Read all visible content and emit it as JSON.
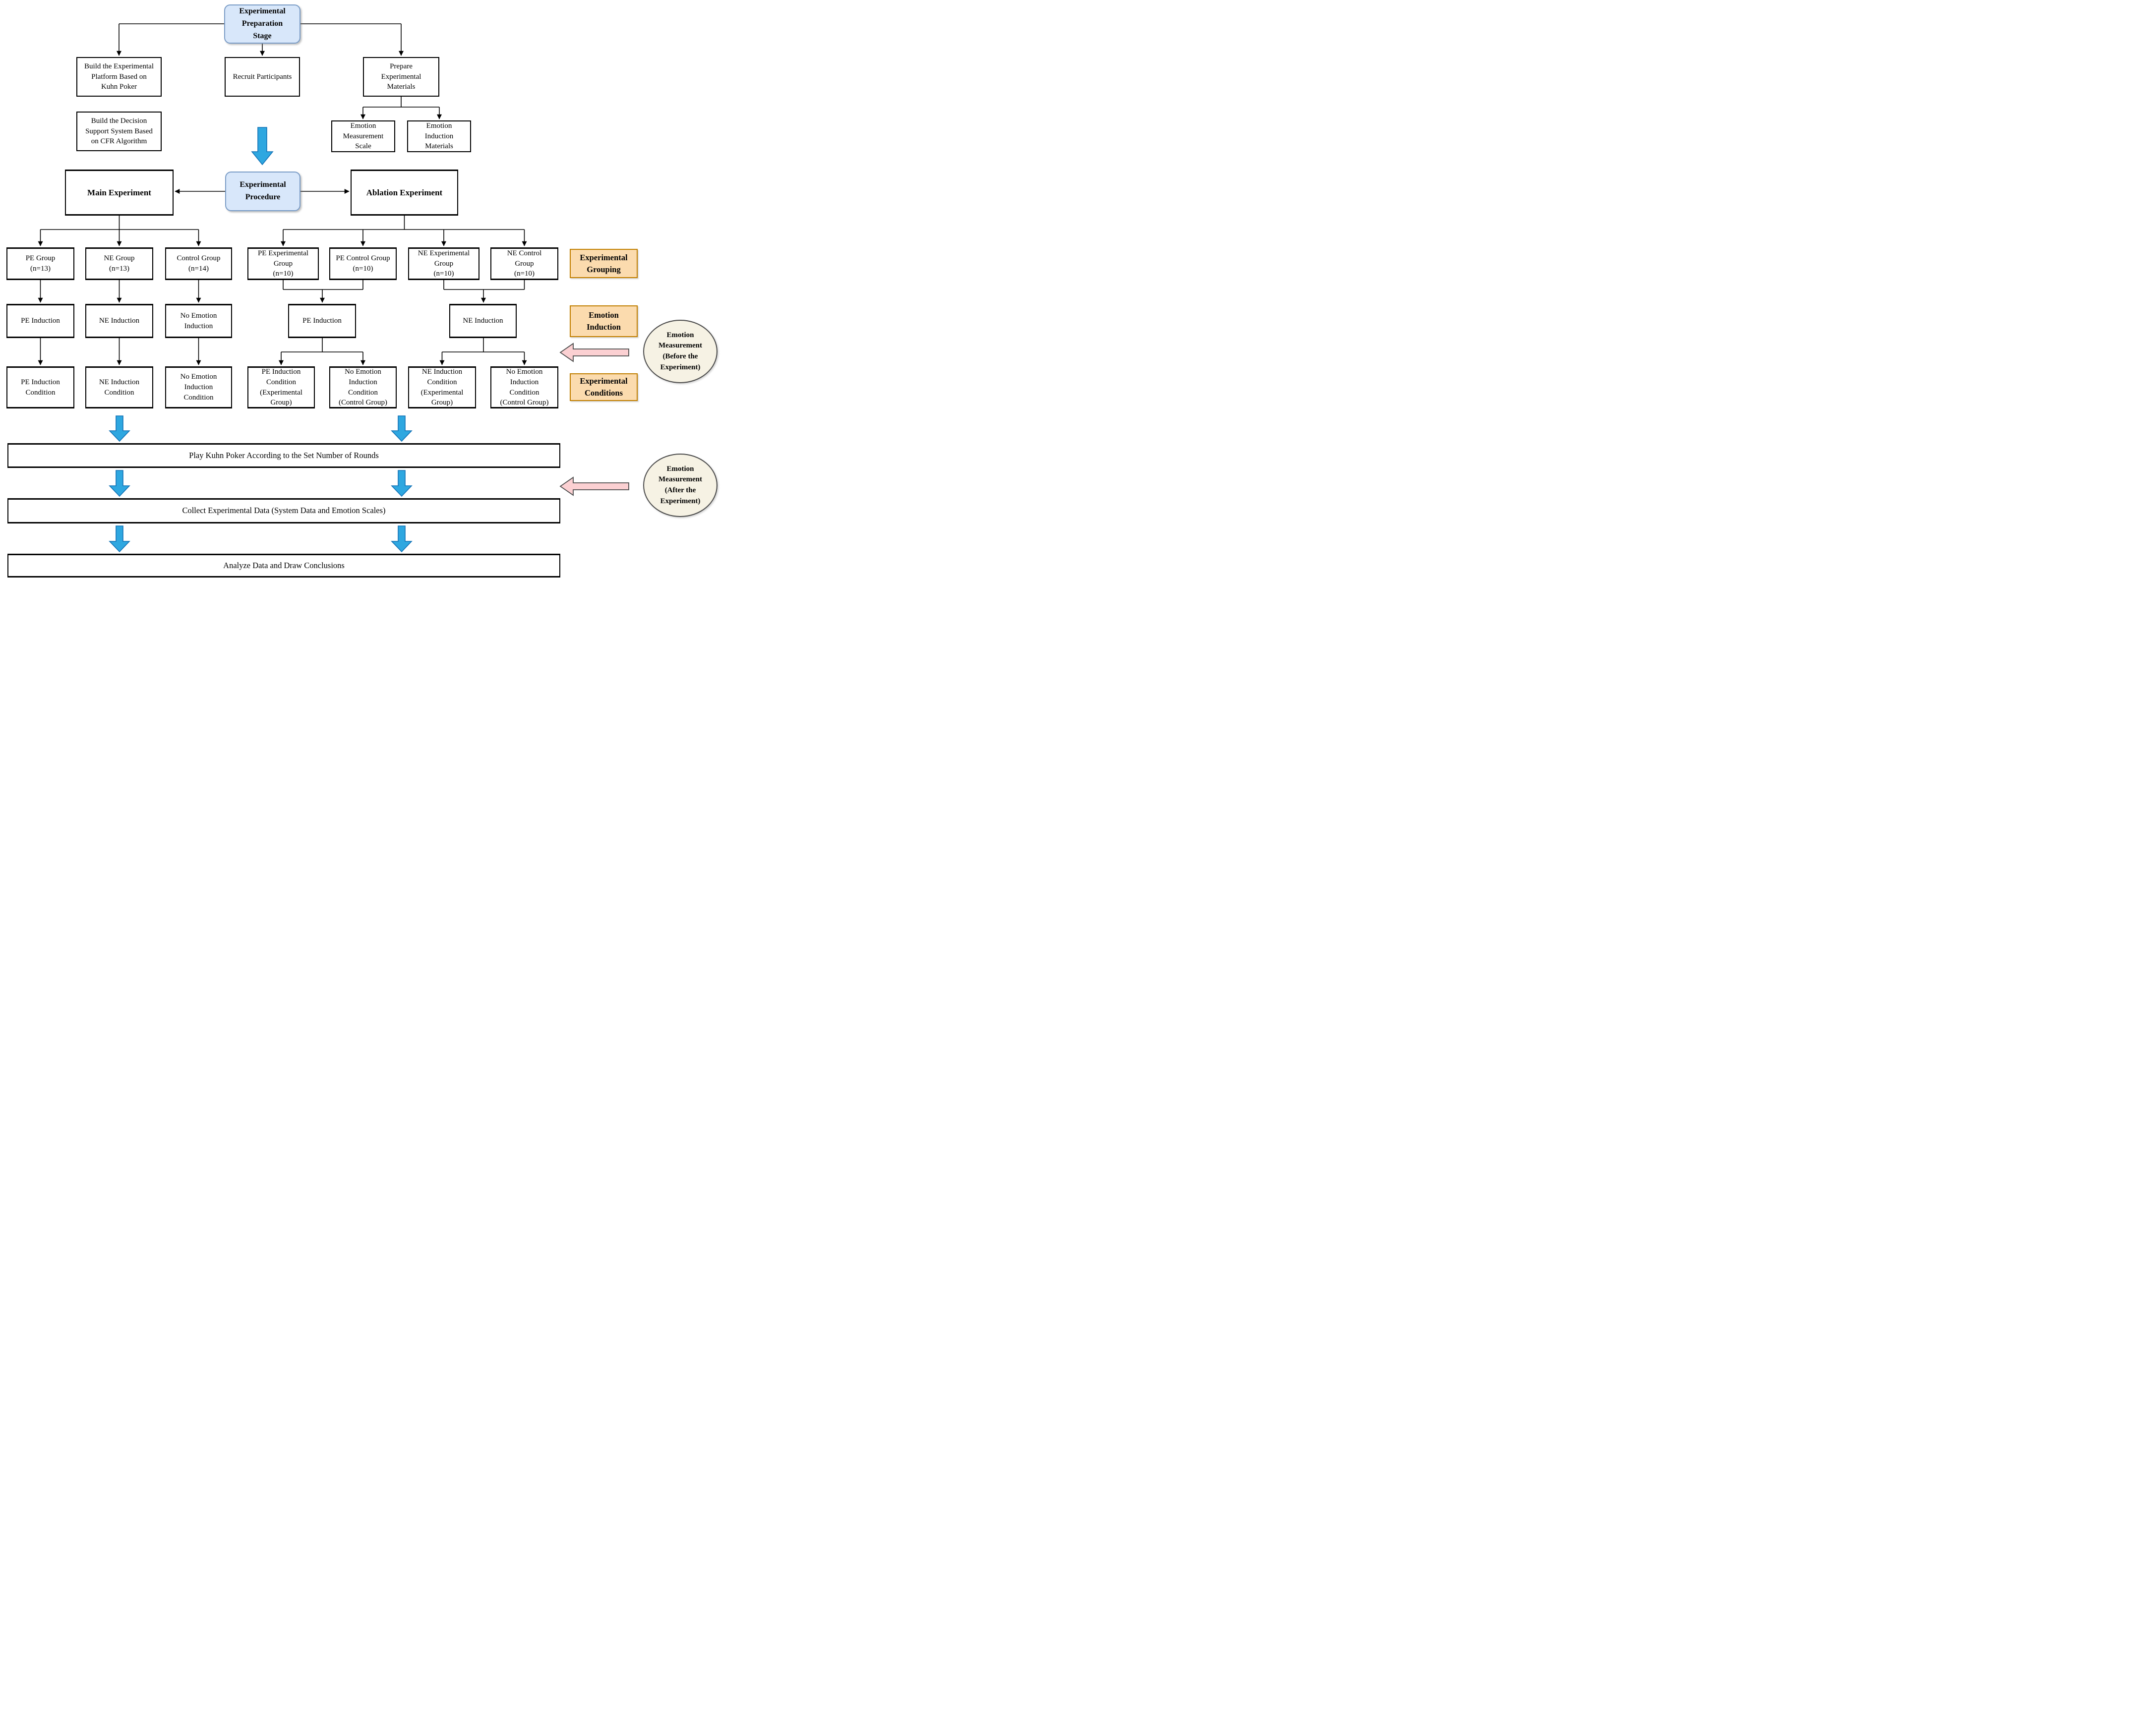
{
  "colors": {
    "stage_box_fill": "#d8e7fa",
    "stage_box_stroke": "#7a9cc6",
    "side_label_fill": "#fbdbae",
    "side_label_stroke": "#c17f00",
    "flow_arrow_blue": "#2ea7e0",
    "flow_arrow_blue_stroke": "#1272b6",
    "measure_arrow_pink": "#fbd0d2",
    "measure_arrow_stroke": "#4d4d4d",
    "ellipse_fill": "#f6f2e4",
    "connector": "#000000"
  },
  "preparation": {
    "stage": "Experimental\nPreparation\nStage",
    "build_platform": "Build the Experimental\nPlatform Based on\nKuhn Poker",
    "build_dss": "Build the Decision\nSupport System Based\non CFR Algorithm",
    "recruit": "Recruit Participants",
    "materials": "Prepare\nExperimental\nMaterials",
    "emotion_scale": "Emotion\nMeasurement\nScale",
    "emotion_materials": "Emotion\nInduction\nMaterials"
  },
  "procedure": {
    "stage": "Experimental\nProcedure",
    "main": "Main Experiment",
    "ablation": "Ablation Experiment"
  },
  "groups": {
    "pe": "PE Group\n(n=13)",
    "ne": "NE Group\n(n=13)",
    "control": "Control Group\n(n=14)",
    "pe_exp": "PE Experimental\nGroup\n(n=10)",
    "pe_control": "PE Control Group\n(n=10)",
    "ne_exp": "NE Experimental\nGroup\n(n=10)",
    "ne_control": "NE Control\nGroup\n(n=10)"
  },
  "inductions": {
    "pe": "PE Induction",
    "ne": "NE Induction",
    "none": "No Emotion\nInduction",
    "pe_ablation": "PE Induction",
    "ne_ablation": "NE Induction"
  },
  "conditions": {
    "pe": "PE Induction\nCondition",
    "ne": "NE Induction\nCondition",
    "none": "No Emotion\nInduction\nCondition",
    "pe_exp": "PE Induction\nCondition\n(Experimental\nGroup)",
    "pe_control": "No Emotion\nInduction\nCondition\n(Control Group)",
    "ne_exp": "NE Induction\nCondition\n(Experimental\nGroup)",
    "ne_control": "No Emotion\nInduction\nCondition\n(Control Group)"
  },
  "side_labels": {
    "grouping": "Experimental\nGrouping",
    "induction": "Emotion\nInduction",
    "conditions": "Experimental\nConditions"
  },
  "measurements": {
    "before": "Emotion\nMeasurement\n(Before the\nExperiment)",
    "after": "Emotion\nMeasurement\n(After the\nExperiment)"
  },
  "bottom": {
    "play": "Play Kuhn Poker According to the Set Number of Rounds",
    "collect": "Collect Experimental Data (System Data and Emotion Scales)",
    "analyze": "Analyze Data and Draw Conclusions"
  }
}
